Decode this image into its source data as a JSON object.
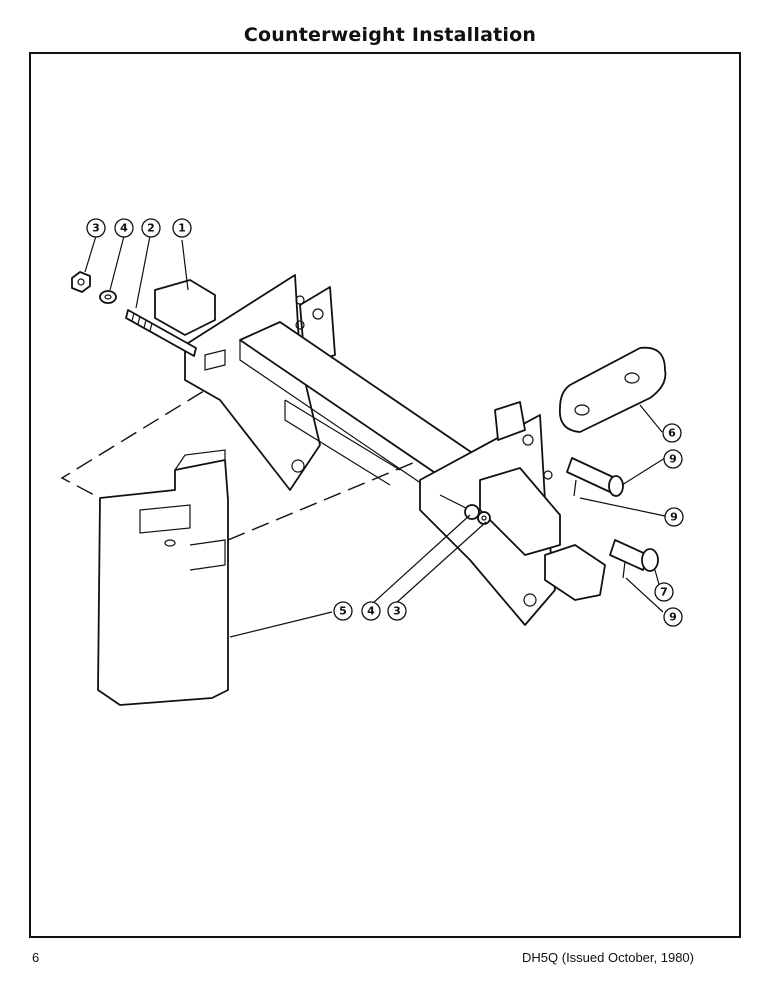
{
  "page": {
    "title": "Counterweight Installation",
    "page_number": "6",
    "document_id": "DH5Q (Issued October, 1980)"
  },
  "callouts": {
    "c_3_top": "3",
    "c_4_top": "4",
    "c_2_top": "2",
    "c_1_top": "1",
    "c_6": "6",
    "c_9_a": "9",
    "c_9_b": "9",
    "c_7": "7",
    "c_9_c": "9",
    "c_5_bottom": "5",
    "c_4_bottom": "4",
    "c_3_bottom": "3"
  }
}
